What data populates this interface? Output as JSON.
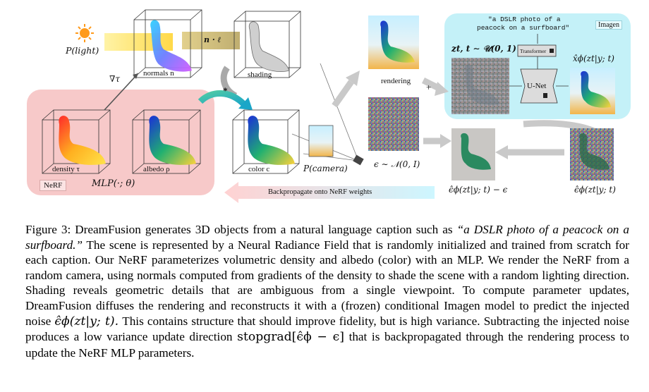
{
  "figure": {
    "light_label": "P(light)",
    "nabla_label": "∇τ",
    "normals_label": "normals n",
    "shading_label": "shading",
    "n_dot_l": "n · ℓ",
    "star": "*",
    "density_label": "density τ",
    "albedo_label": "albedo ρ",
    "color_label": "color c",
    "camera_label": "P(camera)",
    "nerf_tag": "NeRF",
    "mlp_label": "MLP(·; θ)",
    "backprop_label": "Backpropagate onto NeRF weights",
    "rendering_label": "rendering",
    "plus": "+",
    "zt_label": "zt, t ∼ 𝒰(0, 1)",
    "eps_label": "ϵ ∼ 𝒩(0, I)",
    "prompt_line1": "\"a DSLR photo of a",
    "prompt_line2": "peacock on a surfboard\"",
    "imagen_tag": "Imagen",
    "transformer_label": "Transformer",
    "unet_label": "U-Net",
    "xhat_label": "x̂ϕ(zt|y; t)",
    "eps_hat_minus_label": "ϵ̂ϕ(zt|y; t) − ϵ",
    "eps_hat_label": "ϵ̂ϕ(zt|y; t)"
  },
  "caption": {
    "figure_no": "Figure 3:",
    "text1": "DreamFusion generates 3D objects from a natural language caption such as",
    "quote": "“a DSLR photo of a peacock on a surfboard.”",
    "text2": "The scene is represented by a Neural Radiance Field that is randomly initialized and trained from scratch for each caption. Our NeRF parameterizes volumetric density and albedo (color) with an MLP. We render the NeRF from a random camera, using normals computed from gradients of the density to shade the scene with a random lighting direction. Shading reveals geometric details that are ambiguous from a single viewpoint. To compute parameter updates, DreamFusion diffuses the rendering and reconstructs it with a (frozen) conditional Imagen model to predict the injected noise",
    "math1": "ϵ̂ϕ(zt|y; t).",
    "text3": "This contains structure that should improve fidelity, but is high variance. Subtracting the injected noise produces a low variance update direction",
    "math2": "stopgrad[ϵ̂ϕ − ϵ]",
    "text4": "that is backpropagated through the rendering process to update the NeRF MLP parameters."
  }
}
